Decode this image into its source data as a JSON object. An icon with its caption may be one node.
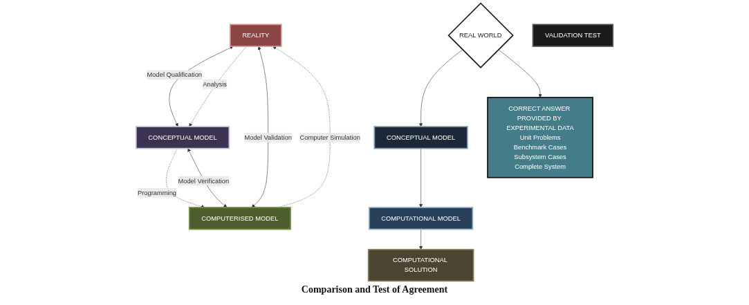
{
  "diagram": {
    "nodes": [
      {
        "text": [
          "REALITY"
        ]
      },
      {
        "text": [
          "CONCEPTUAL MODEL"
        ]
      },
      {
        "text": [
          "COMPUTERISED MODEL"
        ]
      },
      {
        "text": [
          "REAL WORLD"
        ]
      },
      {
        "text": [
          "CONCEPTUAL MODEL"
        ]
      },
      {
        "text": [
          "CORRECT ANSWER PROVIDED BY EXPERIMENTAL DATA",
          "Unit Problems",
          "Benchmark Cases",
          "Subsystem Cases",
          "Complete System"
        ]
      },
      {
        "text": [
          "COMPUTATIONAL MODEL"
        ]
      },
      {
        "text": [
          "COMPUTATIONAL SOLUTION"
        ]
      },
      {
        "text": [
          "VALIDATION TEST"
        ]
      }
    ],
    "labels": [
      "Comparison and Test of Agreement"
    ],
    "edges": [
      {
        "from": 0,
        "to": 1,
        "arrow": "both",
        "label": "Model Qualification"
      },
      {
        "from": 0,
        "to": 1,
        "arrow": "to",
        "label": "Analysis",
        "style": "dashed"
      },
      {
        "from": 1,
        "to": 2,
        "arrow": "to",
        "label": "Programming",
        "style": "dashed"
      },
      {
        "from": 2,
        "to": 0,
        "arrow": "to",
        "label": "Computer Simulation",
        "style": "dashed"
      },
      {
        "from": 0,
        "to": 2,
        "arrow": "both",
        "label": "Model Validation"
      },
      {
        "from": 2,
        "to": 1,
        "arrow": "both",
        "label": "Model Verification"
      },
      {
        "from": 3,
        "to": 4,
        "arrow": "to"
      },
      {
        "from": 3,
        "to": 5,
        "arrow": "to"
      },
      {
        "from": 4,
        "to": 6,
        "arrow": "to"
      },
      {
        "from": 6,
        "to": 7,
        "arrow": "to"
      }
    ]
  }
}
